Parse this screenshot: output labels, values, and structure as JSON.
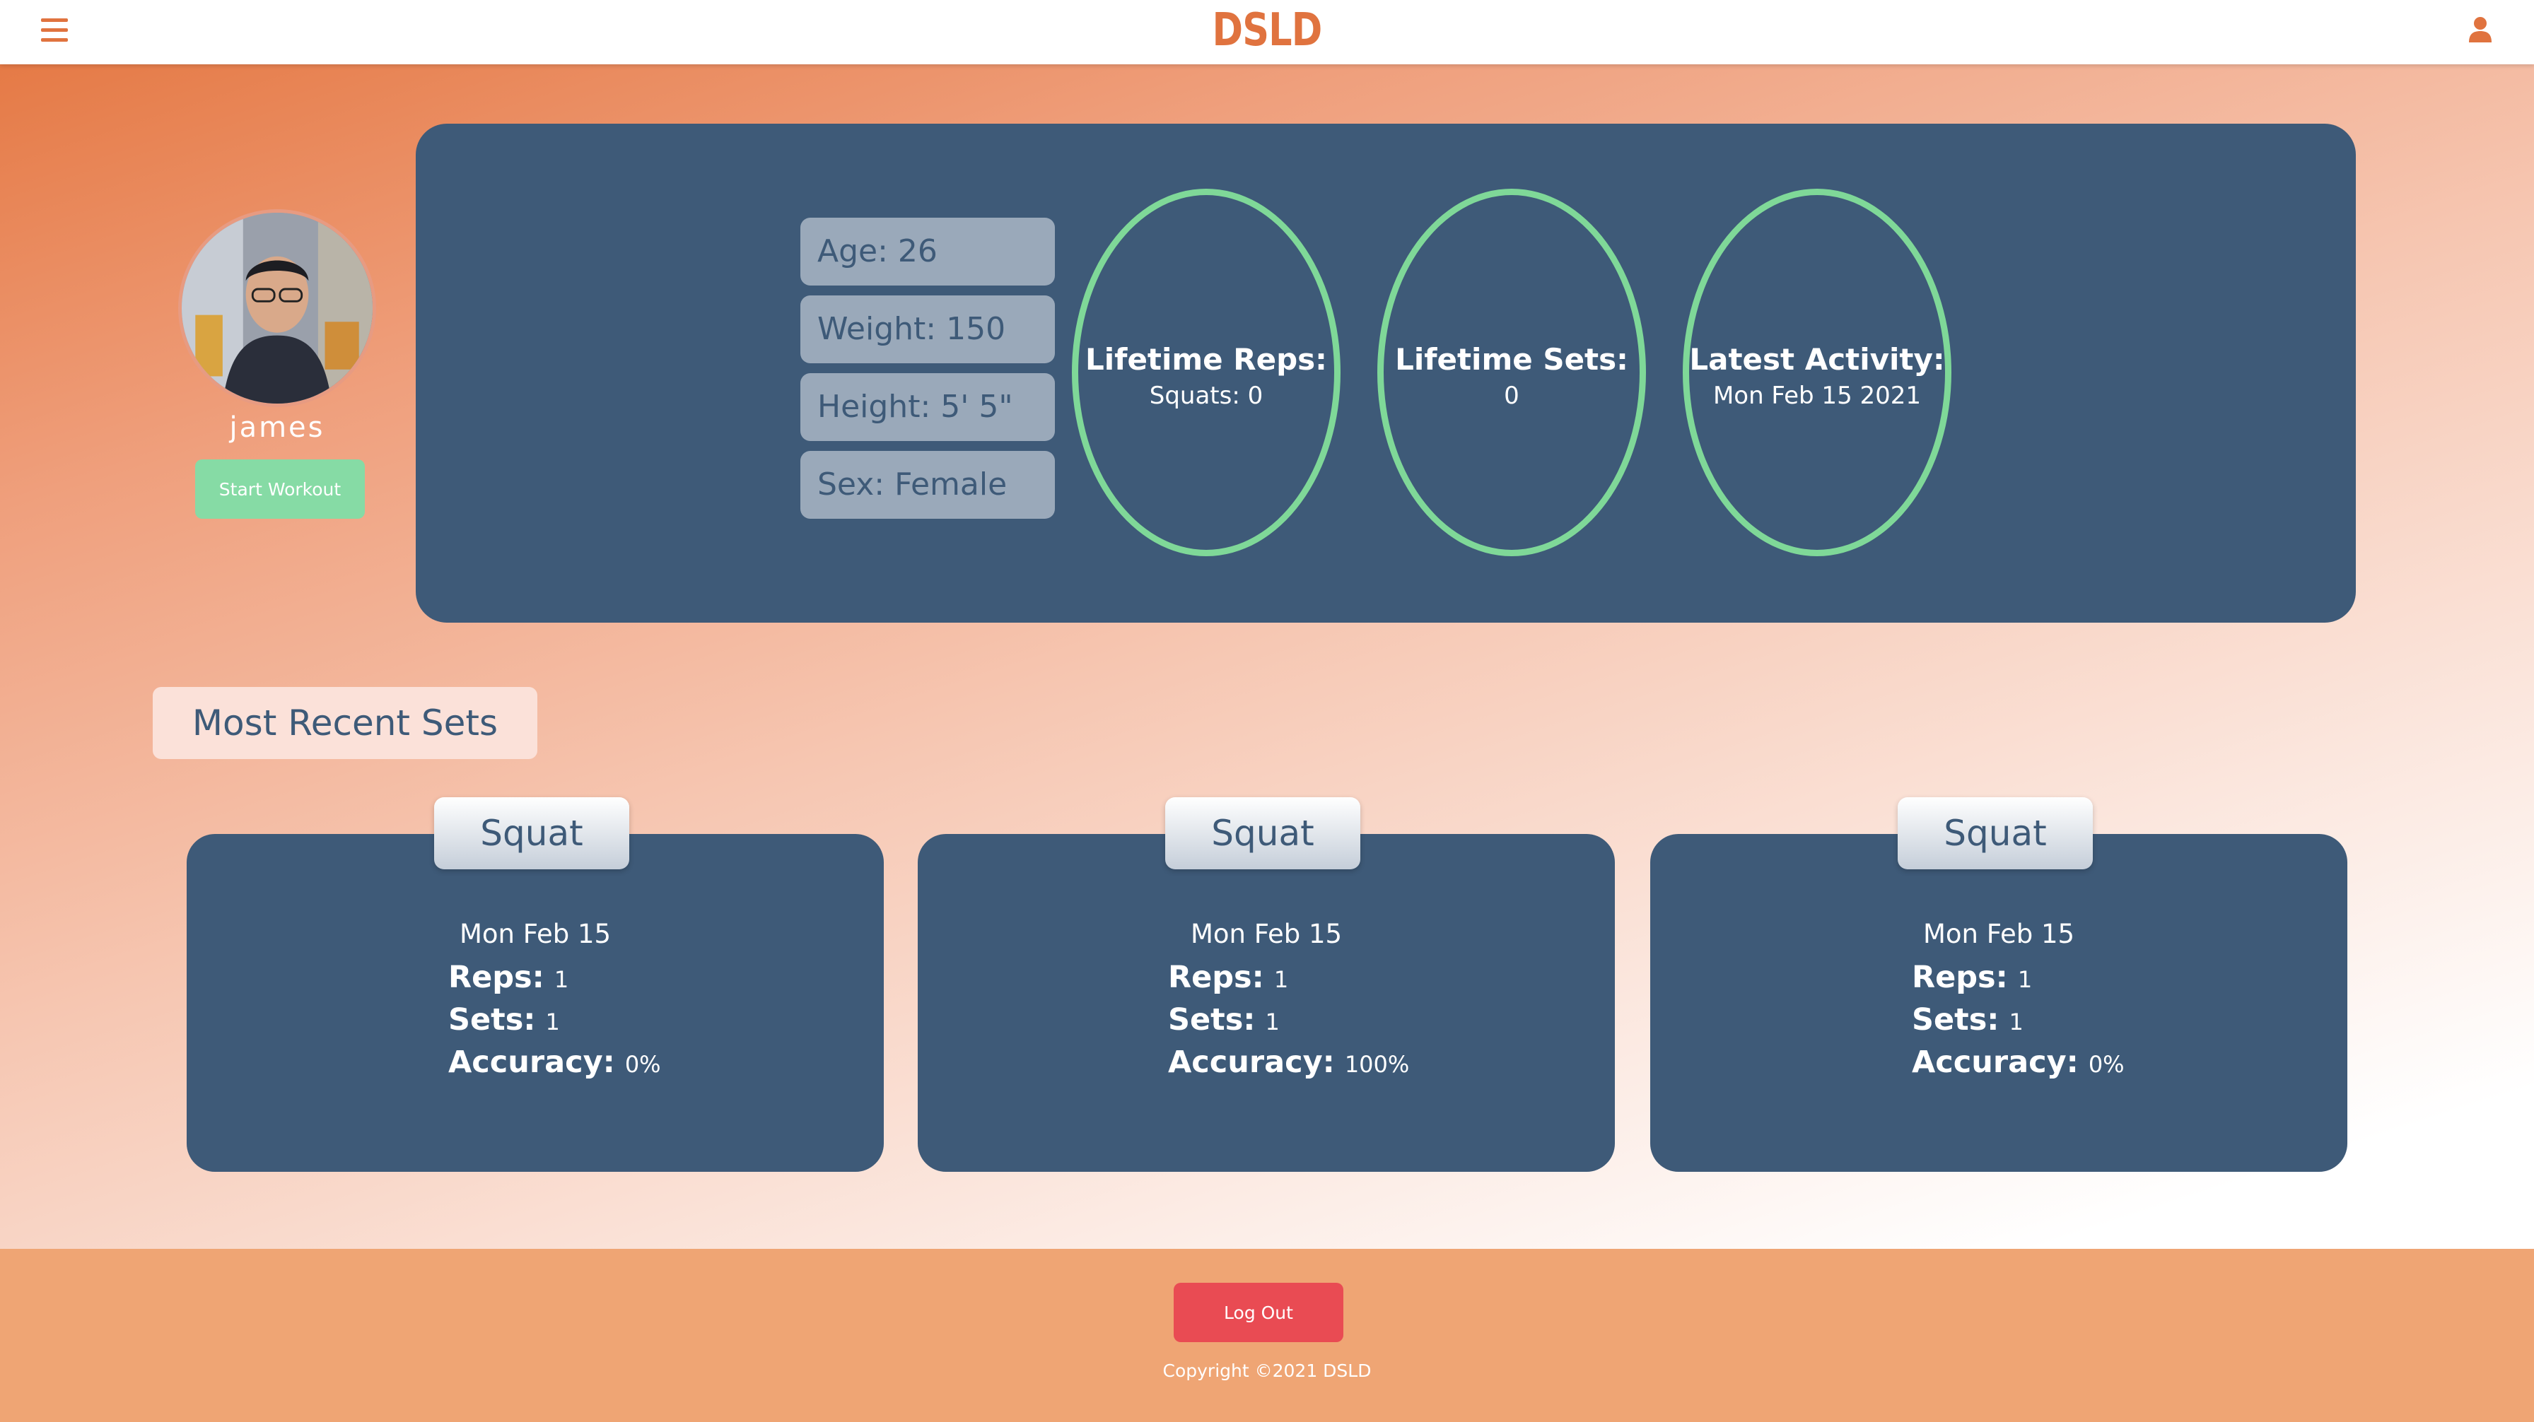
{
  "header": {
    "brand": "DSLD",
    "menu_icon": "hamburger-menu-icon",
    "user_icon": "user-account-icon"
  },
  "profile": {
    "username": "james",
    "start_workout_label": "Start Workout"
  },
  "stats": {
    "info": [
      {
        "text": "Age: 26"
      },
      {
        "text": "Weight: 150"
      },
      {
        "text": "Height: 5' 5\""
      },
      {
        "text": "Sex: Female"
      }
    ],
    "circles": [
      {
        "title": "Lifetime Reps:",
        "value": "Squats: 0"
      },
      {
        "title": "Lifetime Sets:",
        "value": "0"
      },
      {
        "title": "Latest Activity:",
        "value": "Mon Feb 15 2021"
      }
    ]
  },
  "recent_sets": {
    "heading": "Most Recent Sets",
    "labels": {
      "reps": "Reps:",
      "sets": "Sets:",
      "accuracy": "Accuracy:"
    },
    "cards": [
      {
        "exercise": "Squat",
        "date": "Mon Feb 15",
        "reps": "1",
        "sets": "1",
        "accuracy": "0%"
      },
      {
        "exercise": "Squat",
        "date": "Mon Feb 15",
        "reps": "1",
        "sets": "1",
        "accuracy": "100%"
      },
      {
        "exercise": "Squat",
        "date": "Mon Feb 15",
        "reps": "1",
        "sets": "1",
        "accuracy": "0%"
      }
    ]
  },
  "footer": {
    "logout_label": "Log Out",
    "copyright": "Copyright ©2021 DSLD"
  },
  "colors": {
    "brand": "#e0733f",
    "panel": "#3e5a78",
    "accent_green": "#86dba5",
    "logout_red": "#e94b53",
    "footer": "#efa574"
  }
}
